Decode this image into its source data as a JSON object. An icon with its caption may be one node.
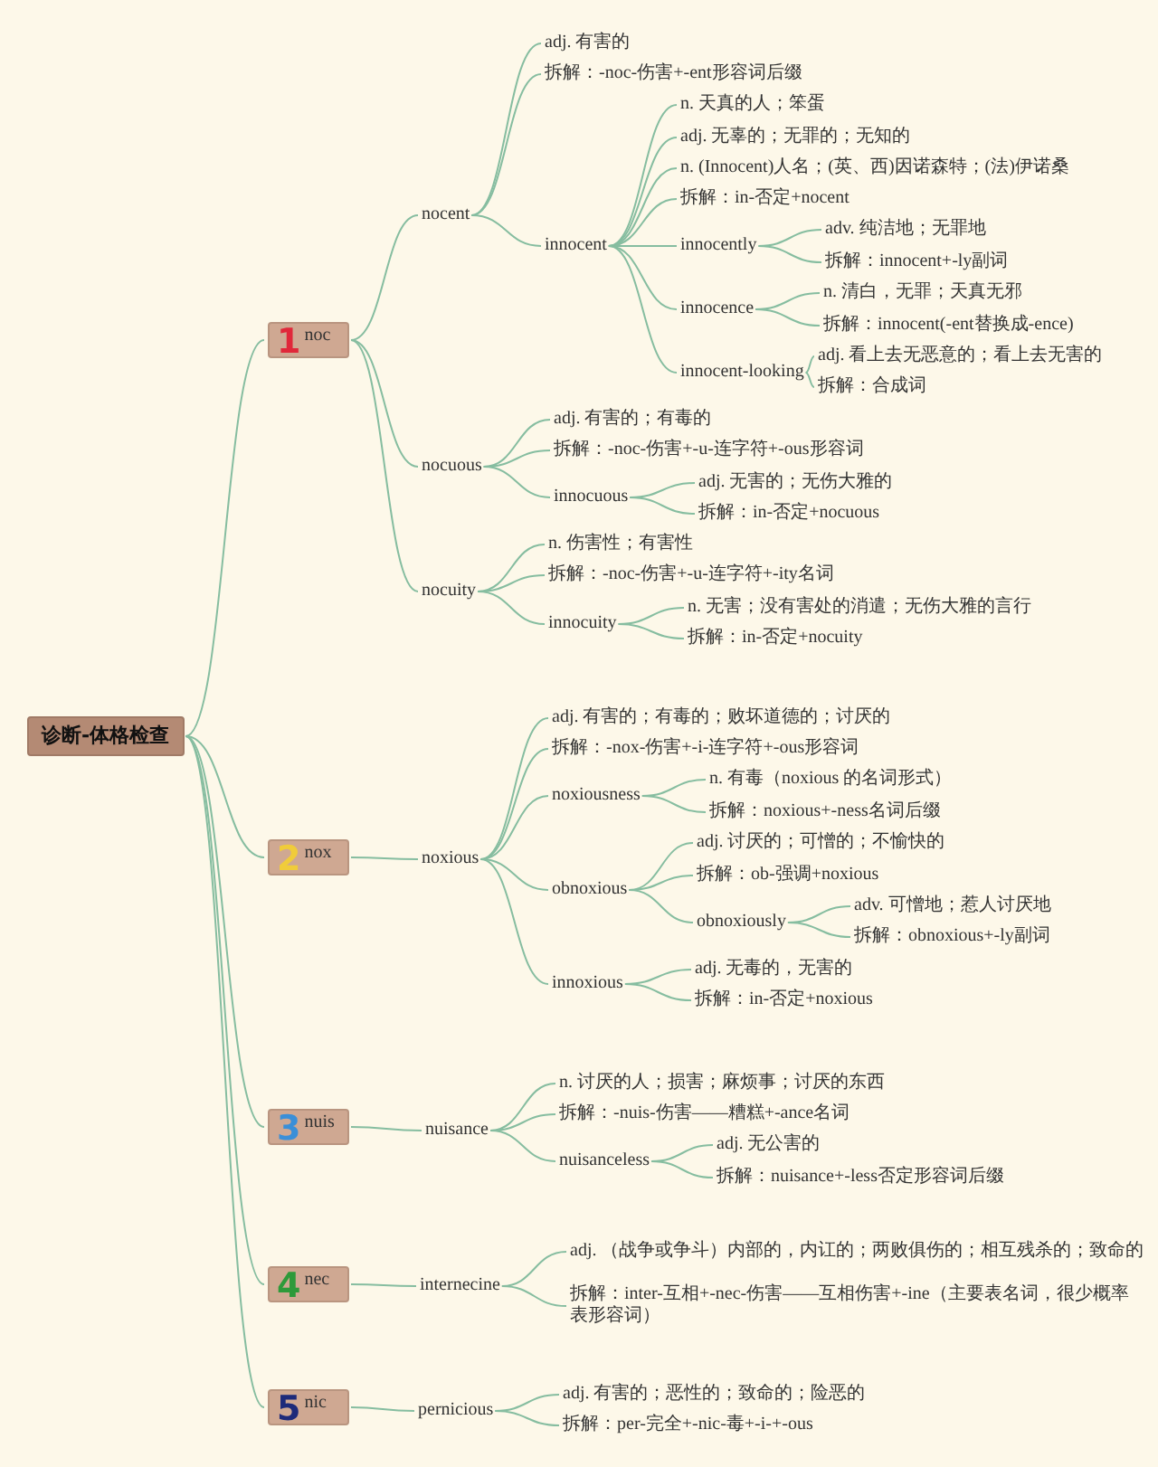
{
  "diagram": {
    "nodes": [
      {
        "text": [
          "诊断-体格检查"
        ]
      },
      {
        "text": [
          "1",
          "noc"
        ]
      },
      {
        "text": [
          "nocent"
        ]
      },
      {
        "text": [
          "adj. 有害的"
        ]
      },
      {
        "text": [
          "拆解：-noc-伤害+-ent形容词后缀"
        ]
      },
      {
        "text": [
          "innocent"
        ]
      },
      {
        "text": [
          "n. 天真的人；笨蛋"
        ]
      },
      {
        "text": [
          "adj. 无辜的；无罪的；无知的"
        ]
      },
      {
        "text": [
          "n. (Innocent)人名；(英、西)因诺森特；(法)伊诺桑"
        ]
      },
      {
        "text": [
          "拆解：in-否定+nocent"
        ]
      },
      {
        "text": [
          "innocently"
        ]
      },
      {
        "text": [
          "adv. 纯洁地；无罪地"
        ]
      },
      {
        "text": [
          "拆解：innocent+-ly副词"
        ]
      },
      {
        "text": [
          "innocence"
        ]
      },
      {
        "text": [
          "n. 清白，无罪；天真无邪"
        ]
      },
      {
        "text": [
          "拆解：innocent(-ent替换成-ence)"
        ]
      },
      {
        "text": [
          "innocent-looking"
        ]
      },
      {
        "text": [
          "adj. 看上去无恶意的；看上去无害的"
        ]
      },
      {
        "text": [
          "拆解：合成词"
        ]
      },
      {
        "text": [
          "nocuous"
        ]
      },
      {
        "text": [
          "adj. 有害的；有毒的"
        ]
      },
      {
        "text": [
          "拆解：-noc-伤害+-u-连字符+-ous形容词"
        ]
      },
      {
        "text": [
          "innocuous"
        ]
      },
      {
        "text": [
          "adj. 无害的；无伤大雅的"
        ]
      },
      {
        "text": [
          "拆解：in-否定+nocuous"
        ]
      },
      {
        "text": [
          "nocuity"
        ]
      },
      {
        "text": [
          "n. 伤害性；有害性"
        ]
      },
      {
        "text": [
          "拆解：-noc-伤害+-u-连字符+-ity名词"
        ]
      },
      {
        "text": [
          "innocuity"
        ]
      },
      {
        "text": [
          "n. 无害；没有害处的消遣；无伤大雅的言行"
        ]
      },
      {
        "text": [
          "拆解：in-否定+nocuity"
        ]
      },
      {
        "text": [
          "2",
          "nox"
        ]
      },
      {
        "text": [
          "noxious"
        ]
      },
      {
        "text": [
          "adj. 有害的；有毒的；败坏道德的；讨厌的"
        ]
      },
      {
        "text": [
          "拆解：-nox-伤害+-i-连字符+-ous形容词"
        ]
      },
      {
        "text": [
          "noxiousness"
        ]
      },
      {
        "text": [
          "n. 有毒（noxious 的名词形式）"
        ]
      },
      {
        "text": [
          "拆解：noxious+-ness名词后缀"
        ]
      },
      {
        "text": [
          "obnoxious"
        ]
      },
      {
        "text": [
          "adj. 讨厌的；可憎的；不愉快的"
        ]
      },
      {
        "text": [
          "拆解：ob-强调+noxious"
        ]
      },
      {
        "text": [
          "obnoxiously"
        ]
      },
      {
        "text": [
          "adv. 可憎地；惹人讨厌地"
        ]
      },
      {
        "text": [
          "拆解：obnoxious+-ly副词"
        ]
      },
      {
        "text": [
          "innoxious"
        ]
      },
      {
        "text": [
          "adj. 无毒的，无害的"
        ]
      },
      {
        "text": [
          "拆解：in-否定+noxious"
        ]
      },
      {
        "text": [
          "3",
          "nuis"
        ]
      },
      {
        "text": [
          "nuisance"
        ]
      },
      {
        "text": [
          "n. 讨厌的人；损害；麻烦事；讨厌的东西"
        ]
      },
      {
        "text": [
          "拆解：-nuis-伤害——糟糕+-ance名词"
        ]
      },
      {
        "text": [
          "nuisanceless"
        ]
      },
      {
        "text": [
          "adj. 无公害的"
        ]
      },
      {
        "text": [
          "拆解：nuisance+-less否定形容词后缀"
        ]
      },
      {
        "text": [
          "4",
          "nec"
        ]
      },
      {
        "text": [
          "internecine"
        ]
      },
      {
        "text": [
          "adj. （战争或争斗）内部的，内讧的；两败俱伤的；相互残杀的；致命的"
        ]
      },
      {
        "text": [
          "拆解：inter-互相+-nec-伤害——互相伤害+-ine（主要表名词，很少概率表形容词）"
        ]
      },
      {
        "text": [
          "5",
          "nic"
        ]
      },
      {
        "text": [
          "pernicious"
        ]
      },
      {
        "text": [
          "adj. 有害的；恶性的；致命的；险恶的"
        ]
      },
      {
        "text": [
          "拆解：per-完全+-nic-毒+-i-+-ous"
        ]
      }
    ],
    "edges": [
      {
        "from": 0,
        "to": 1,
        "arrow": "none"
      },
      {
        "from": 0,
        "to": 31,
        "arrow": "none"
      },
      {
        "from": 0,
        "to": 47,
        "arrow": "none"
      },
      {
        "from": 0,
        "to": 54,
        "arrow": "none"
      },
      {
        "from": 0,
        "to": 58,
        "arrow": "none"
      },
      {
        "from": 1,
        "to": 2,
        "arrow": "none"
      },
      {
        "from": 1,
        "to": 19,
        "arrow": "none"
      },
      {
        "from": 1,
        "to": 25,
        "arrow": "none"
      },
      {
        "from": 2,
        "to": 3,
        "arrow": "none"
      },
      {
        "from": 2,
        "to": 4,
        "arrow": "none"
      },
      {
        "from": 2,
        "to": 5,
        "arrow": "none"
      },
      {
        "from": 5,
        "to": 6,
        "arrow": "none"
      },
      {
        "from": 5,
        "to": 7,
        "arrow": "none"
      },
      {
        "from": 5,
        "to": 8,
        "arrow": "none"
      },
      {
        "from": 5,
        "to": 9,
        "arrow": "none"
      },
      {
        "from": 5,
        "to": 10,
        "arrow": "none"
      },
      {
        "from": 5,
        "to": 13,
        "arrow": "none"
      },
      {
        "from": 5,
        "to": 16,
        "arrow": "none"
      },
      {
        "from": 10,
        "to": 11,
        "arrow": "none"
      },
      {
        "from": 10,
        "to": 12,
        "arrow": "none"
      },
      {
        "from": 13,
        "to": 14,
        "arrow": "none"
      },
      {
        "from": 13,
        "to": 15,
        "arrow": "none"
      },
      {
        "from": 16,
        "to": 17,
        "arrow": "none"
      },
      {
        "from": 16,
        "to": 18,
        "arrow": "none"
      },
      {
        "from": 19,
        "to": 20,
        "arrow": "none"
      },
      {
        "from": 19,
        "to": 21,
        "arrow": "none"
      },
      {
        "from": 19,
        "to": 22,
        "arrow": "none"
      },
      {
        "from": 22,
        "to": 23,
        "arrow": "none"
      },
      {
        "from": 22,
        "to": 24,
        "arrow": "none"
      },
      {
        "from": 25,
        "to": 26,
        "arrow": "none"
      },
      {
        "from": 25,
        "to": 27,
        "arrow": "none"
      },
      {
        "from": 25,
        "to": 28,
        "arrow": "none"
      },
      {
        "from": 28,
        "to": 29,
        "arrow": "none"
      },
      {
        "from": 28,
        "to": 30,
        "arrow": "none"
      },
      {
        "from": 31,
        "to": 32,
        "arrow": "none"
      },
      {
        "from": 32,
        "to": 33,
        "arrow": "none"
      },
      {
        "from": 32,
        "to": 34,
        "arrow": "none"
      },
      {
        "from": 32,
        "to": 35,
        "arrow": "none"
      },
      {
        "from": 32,
        "to": 38,
        "arrow": "none"
      },
      {
        "from": 32,
        "to": 44,
        "arrow": "none"
      },
      {
        "from": 35,
        "to": 36,
        "arrow": "none"
      },
      {
        "from": 35,
        "to": 37,
        "arrow": "none"
      },
      {
        "from": 38,
        "to": 39,
        "arrow": "none"
      },
      {
        "from": 38,
        "to": 40,
        "arrow": "none"
      },
      {
        "from": 38,
        "to": 41,
        "arrow": "none"
      },
      {
        "from": 41,
        "to": 42,
        "arrow": "none"
      },
      {
        "from": 41,
        "to": 43,
        "arrow": "none"
      },
      {
        "from": 44,
        "to": 45,
        "arrow": "none"
      },
      {
        "from": 44,
        "to": 46,
        "arrow": "none"
      },
      {
        "from": 47,
        "to": 48,
        "arrow": "none"
      },
      {
        "from": 48,
        "to": 49,
        "arrow": "none"
      },
      {
        "from": 48,
        "to": 50,
        "arrow": "none"
      },
      {
        "from": 48,
        "to": 51,
        "arrow": "none"
      },
      {
        "from": 51,
        "to": 52,
        "arrow": "none"
      },
      {
        "from": 51,
        "to": 53,
        "arrow": "none"
      },
      {
        "from": 54,
        "to": 55,
        "arrow": "none"
      },
      {
        "from": 55,
        "to": 56,
        "arrow": "none"
      },
      {
        "from": 55,
        "to": 57,
        "arrow": "none"
      },
      {
        "from": 58,
        "to": 59,
        "arrow": "none"
      },
      {
        "from": 59,
        "to": 60,
        "arrow": "none"
      },
      {
        "from": 59,
        "to": 61,
        "arrow": "none"
      }
    ]
  }
}
